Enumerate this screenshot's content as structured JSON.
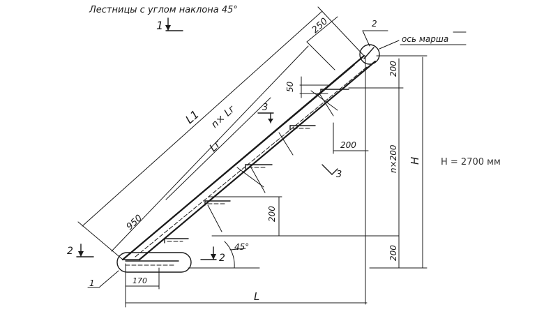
{
  "title": "Лестницы с углом наклона 45°",
  "section_marks": {
    "mark_1": "1",
    "mark_2": "2",
    "mark_3": "3"
  },
  "axis_label": "ось марша",
  "callouts": {
    "node_1": "1",
    "node_2": "2"
  },
  "dimensions": {
    "d250": "250",
    "l1": "L1",
    "n_lg": "n× Lг",
    "lg": "Lг",
    "d950": "950",
    "d50": "50",
    "d200_right_step": "200",
    "d200_vertical": "200",
    "h_top_200": "200",
    "n_200": "n×200",
    "h_bottom_200": "200",
    "big_h": "H",
    "big_l": "L",
    "d170": "170",
    "angle": "45°"
  },
  "note": "H = 2700 мм"
}
